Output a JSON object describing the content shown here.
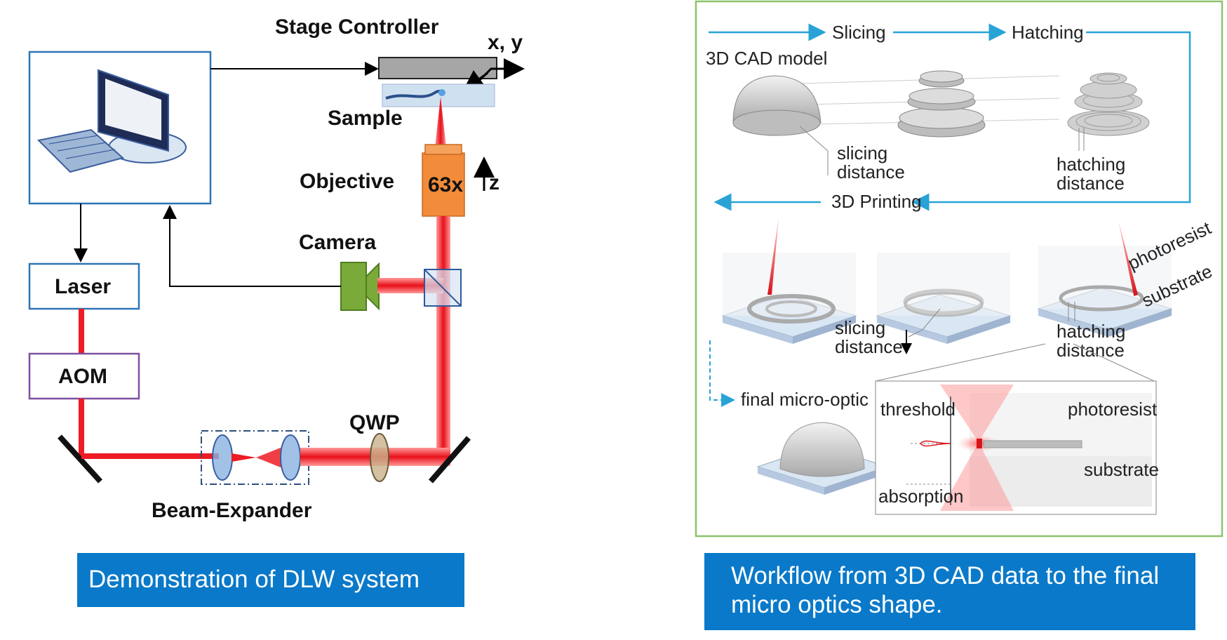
{
  "left_diagram": {
    "stage_controller": "Stage Controller",
    "xy": "x, y",
    "sample": "Sample",
    "objective": "Objective",
    "magnification": "63x",
    "z": "z",
    "camera": "Camera",
    "laser": "Laser",
    "aom": "AOM",
    "qwp": "QWP",
    "beam_expander": "Beam-Expander"
  },
  "right_diagram": {
    "slicing": "Slicing",
    "hatching": "Hatching",
    "cad_model": "3D CAD model",
    "slicing_distance": [
      "slicing",
      "distance"
    ],
    "hatching_distance": [
      "hatching",
      "distance"
    ],
    "printing": "3D Printing",
    "photoresist_tip": "photoresist",
    "substrate_tip": "substrate",
    "slicing_distance_2": [
      "slicing",
      "distance"
    ],
    "hatching_distance_2": [
      "hatching",
      "distance"
    ],
    "final": "final micro-optic",
    "threshold": "threshold",
    "inset_photoresist": "photoresist",
    "inset_substrate": "substrate",
    "absorption": "absorption"
  },
  "captions": {
    "left": "Demonstration of DLW system",
    "right": "Workflow from 3D CAD data to the final micro optics shape."
  },
  "colors": {
    "caption_bg": "#0a79c9",
    "laser_beam": "#ee1c24",
    "workflow_arrow": "#29a3d6",
    "right_border": "#8dc26a"
  }
}
